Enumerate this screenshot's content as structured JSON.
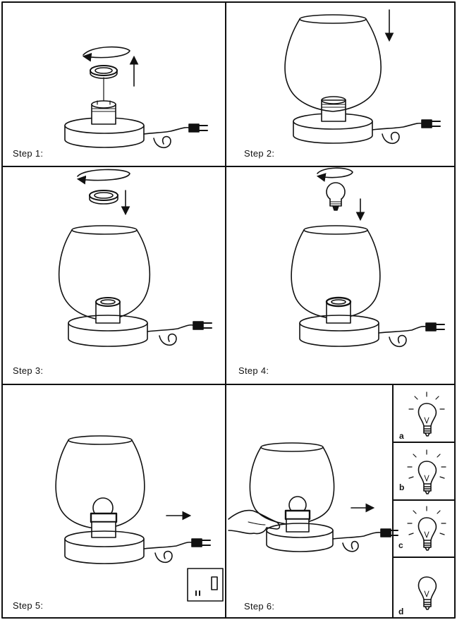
{
  "steps": [
    {
      "label": "Step 1:"
    },
    {
      "label": "Step 2:"
    },
    {
      "label": "Step 3:"
    },
    {
      "label": "Step 4:"
    },
    {
      "label": "Step 5:"
    },
    {
      "label": "Step 6:"
    }
  ],
  "bulb_variants": [
    {
      "label": "a"
    },
    {
      "label": "b"
    },
    {
      "label": "c"
    },
    {
      "label": "d"
    }
  ],
  "colors": {
    "ink": "#111111",
    "paper": "#ffffff"
  }
}
